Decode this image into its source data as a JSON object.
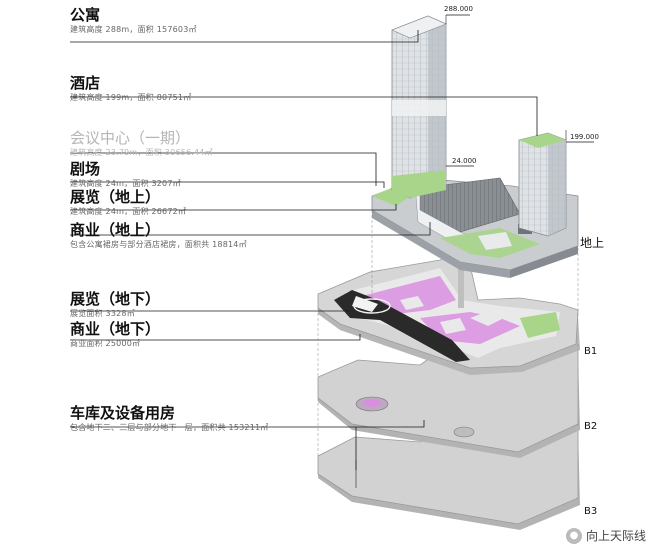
{
  "labels": [
    {
      "title": "公寓",
      "sub": "建筑高度 288m，面积 157603㎡"
    },
    {
      "title": "酒店",
      "sub": "建筑高度 199m，面积 80751㎡"
    },
    {
      "title": "会议中心（一期）",
      "sub": "建筑高度 23.79m，面积 30656.44㎡"
    },
    {
      "title": "剧场",
      "sub": "建筑高度 24m，面积 3207㎡"
    },
    {
      "title": "展览（地上）",
      "sub": "建筑高度 24m，面积 26672㎡"
    },
    {
      "title": "商业（地上）",
      "sub": "包含公寓裙房与部分酒店裙房，面积共 18814㎡"
    },
    {
      "title": "展览（地下）",
      "sub": "展览面积 3328㎡"
    },
    {
      "title": "商业（地下）",
      "sub": "商业面积 25000㎡"
    },
    {
      "title": "车库及设备用房",
      "sub": "包含地下二、三层与部分地下一层，面积共 153211㎡"
    }
  ],
  "elevations": [
    "288.000",
    "199.000",
    "24.000"
  ],
  "levels": {
    "above": "地上",
    "b1": "B1",
    "b2": "B2",
    "b3": "B3"
  },
  "watermark": "向上天际线",
  "colors": {
    "green": "#a8d58a",
    "magenta": "#d98fe0",
    "slab": "#c9c9c9",
    "tower": "#d6d9dc"
  }
}
